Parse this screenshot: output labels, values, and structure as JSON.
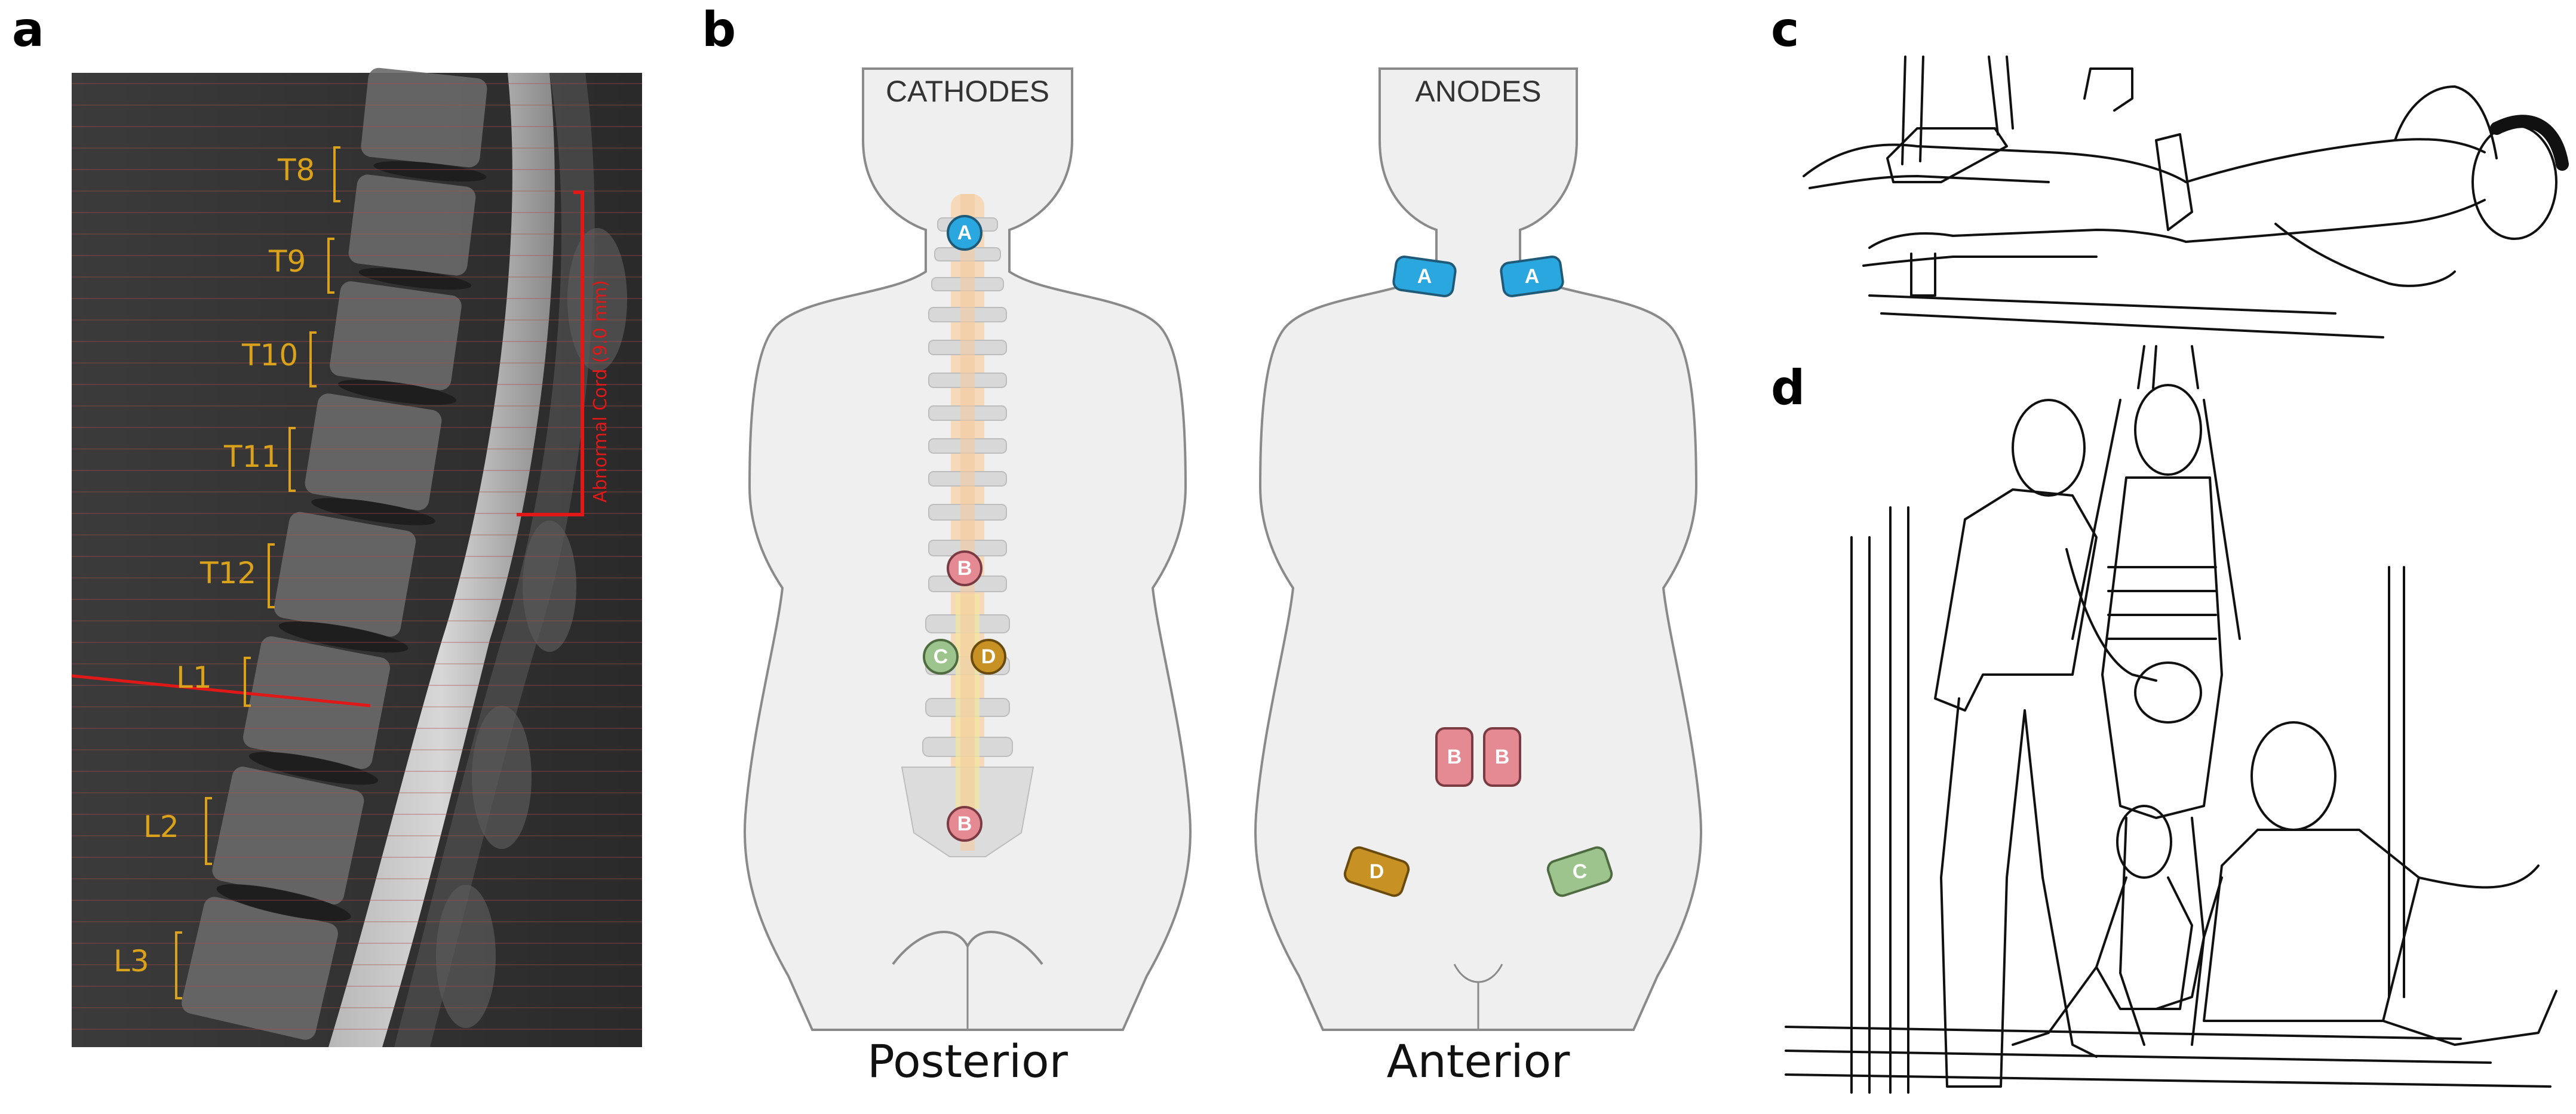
{
  "panels": {
    "a": "a",
    "b": "b",
    "c": "c",
    "d": "d"
  },
  "mri": {
    "levels": [
      "T8",
      "T9",
      "T10",
      "T11",
      "T12",
      "L1",
      "L2",
      "L3"
    ],
    "annotation": "Abnormal Cord (9.0 mm)",
    "colors": {
      "label": "#d9a21a",
      "line": "#e01818"
    }
  },
  "body_diagram": {
    "posterior_title": "CATHODES",
    "anterior_title": "ANODES",
    "posterior_caption": "Posterior",
    "anterior_caption": "Anterior",
    "electrode_colors": {
      "A": "#2aa7de",
      "B": "#e58a93",
      "C": "#9dc48c",
      "D": "#c79223"
    },
    "posterior_electrodes": [
      "A",
      "B",
      "C",
      "D",
      "B"
    ],
    "anterior_electrodes": [
      "A",
      "A",
      "B",
      "B",
      "D",
      "C"
    ]
  },
  "illustrations": {
    "c": "patient lying on side in suspension slings",
    "d": "body-weight supported treadmill stepping with three trainers"
  }
}
